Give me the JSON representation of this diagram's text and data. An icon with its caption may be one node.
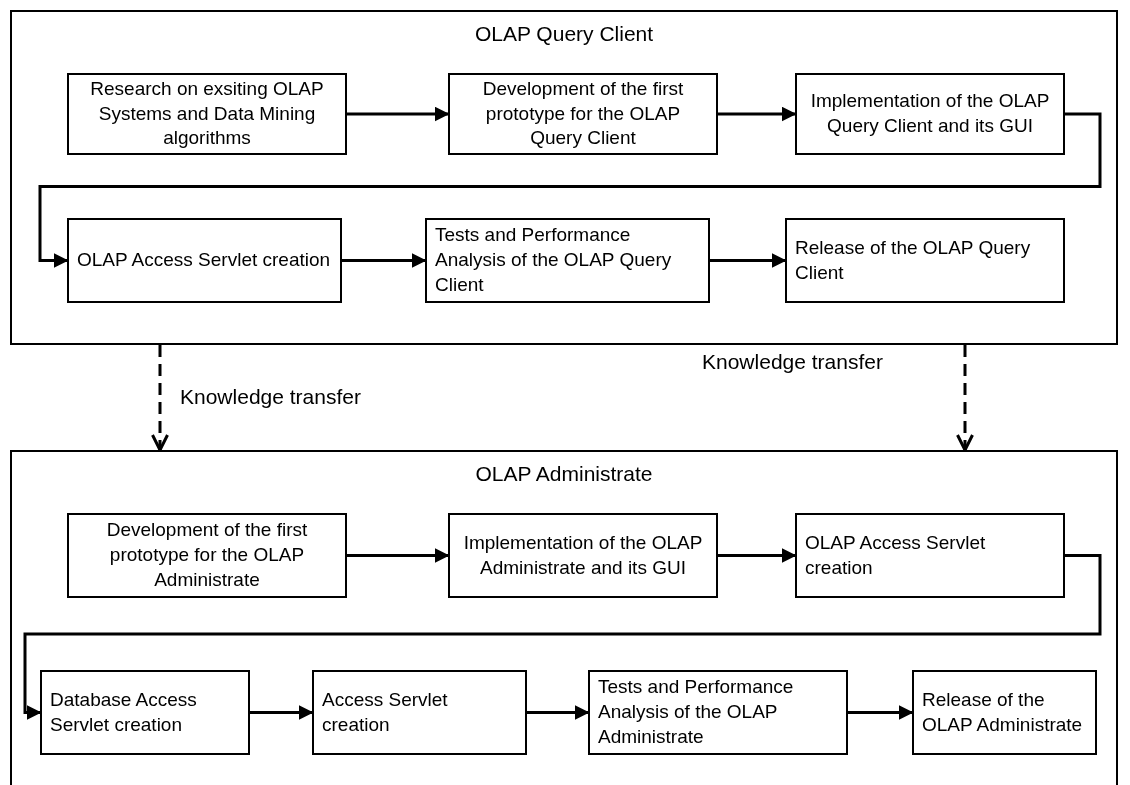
{
  "diagram": {
    "nodes": [
      {
        "text": [
          "OLAP Query Client"
        ]
      },
      {
        "text": [
          "Research on exsiting OLAP  Systems and Data Mining algorithms"
        ],
        "in": 0
      },
      {
        "text": [
          "Development of the first prototype for the OLAP Query Client"
        ],
        "in": 0
      },
      {
        "text": [
          "Implementation of the OLAP Query Client and its GUI"
        ],
        "in": 0
      },
      {
        "text": [
          "OLAP Access Servlet creation"
        ],
        "in": 0
      },
      {
        "text": [
          "Tests and Performance Analysis of the OLAP Query Client"
        ],
        "in": 0
      },
      {
        "text": [
          "Release of the OLAP Query Client"
        ],
        "in": 0
      },
      {
        "text": [
          "OLAP Administrate"
        ]
      },
      {
        "text": [
          "Development of the first prototype for the OLAP Administrate"
        ],
        "in": 7
      },
      {
        "text": [
          "Implementation of the OLAP Administrate and its GUI"
        ],
        "in": 7
      },
      {
        "text": [
          "OLAP Access Servlet creation"
        ],
        "in": 7
      },
      {
        "text": [
          "Database Access Servlet creation"
        ],
        "in": 7
      },
      {
        "text": [
          "Access Servlet creation"
        ],
        "in": 7
      },
      {
        "text": [
          "Tests and Performance Analysis of the OLAP Administrate"
        ],
        "in": 7
      },
      {
        "text": [
          "Release of the OLAP Administrate"
        ],
        "in": 7
      }
    ],
    "edges": [
      {
        "from": 1,
        "to": 2,
        "arrow": "to"
      },
      {
        "from": 2,
        "to": 3,
        "arrow": "to"
      },
      {
        "from": 3,
        "to": 4,
        "arrow": "to"
      },
      {
        "from": 4,
        "to": 5,
        "arrow": "to"
      },
      {
        "from": 5,
        "to": 6,
        "arrow": "to"
      },
      {
        "from": 0,
        "to": 7,
        "arrow": "to",
        "style": "dashed",
        "label": "Knowledge transfer"
      },
      {
        "from": 0,
        "to": 7,
        "arrow": "to",
        "style": "dashed",
        "label": "Knowledge transfer"
      },
      {
        "from": 8,
        "to": 9,
        "arrow": "to"
      },
      {
        "from": 9,
        "to": 10,
        "arrow": "to"
      },
      {
        "from": 10,
        "to": 11,
        "arrow": "to"
      },
      {
        "from": 11,
        "to": 12,
        "arrow": "to"
      },
      {
        "from": 12,
        "to": 13,
        "arrow": "to"
      },
      {
        "from": 13,
        "to": 14,
        "arrow": "to"
      }
    ]
  }
}
